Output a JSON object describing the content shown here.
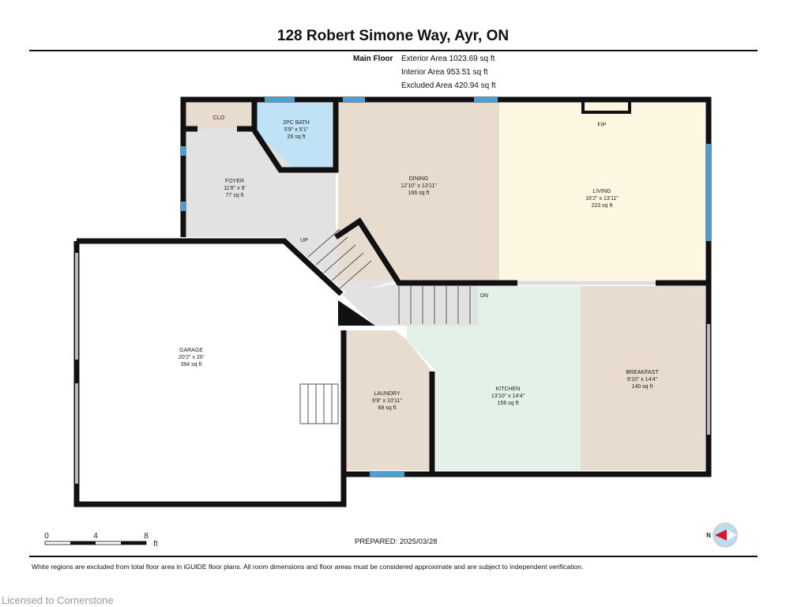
{
  "header": {
    "title": "128 Robert Simone Way, Ayr, ON"
  },
  "summary": {
    "floor": "Main Floor",
    "exterior": "Exterior Area 1023.69 sq ft",
    "interior": "Interior Area 953.51 sq ft",
    "excluded": "Excluded Area 420.94 sq ft"
  },
  "rooms": {
    "clo": {
      "name": "CLO"
    },
    "bath": {
      "name": "2PC BATH",
      "dims": "5'9\" x 5'1\"",
      "area": "26 sq ft"
    },
    "foyer": {
      "name": "FOYER",
      "dims": "11'8\" x 9'",
      "area": "77 sq ft"
    },
    "dining": {
      "name": "DINING",
      "dims": "12'10\" x 13'11\"",
      "area": "166 sq ft"
    },
    "living": {
      "name": "LIVING",
      "dims": "16'2\" x 13'11\"",
      "area": "223 sq ft"
    },
    "fp": {
      "name": "F/P"
    },
    "garage": {
      "name": "GARAGE",
      "dims": "20'2\" x 20'",
      "area": "394 sq ft"
    },
    "laundry": {
      "name": "LAUNDRY",
      "dims": "6'9\" x 10'11\"",
      "area": "68 sq ft"
    },
    "kitchen": {
      "name": "KITCHEN",
      "dims": "13'10\" x 14'4\"",
      "area": "156 sq ft"
    },
    "breakfast": {
      "name": "BREAKFAST",
      "dims": "9'10\" x 14'4\"",
      "area": "140 sq ft"
    },
    "up": "UP",
    "dn": "DN"
  },
  "scale": {
    "t0": "0",
    "t4": "4",
    "t8": "8",
    "unit": "ft"
  },
  "compass": {
    "label": "N"
  },
  "prepared": "PREPARED: 2025/03/28",
  "disclaimer": "White regions are excluded from total floor area in iGUIDE floor plans. All room dimensions and floor areas must be considered approximate and are subject to independent verification.",
  "license": "Licensed to Cornerstone",
  "colors": {
    "wall": "#111111",
    "window": "#4a9fd4",
    "tan": "#e7dccd",
    "living": "#fdf6e0",
    "bath": "#bfe2f6",
    "kitchen": "#e2f2e8",
    "foyer": "#e2e2e2"
  }
}
